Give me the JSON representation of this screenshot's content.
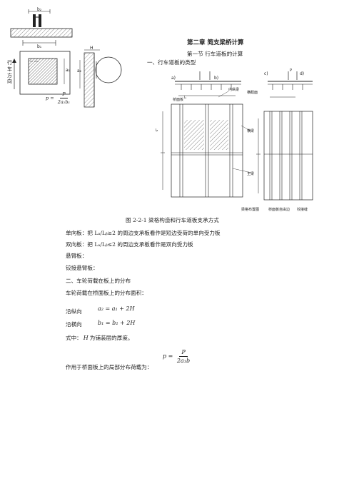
{
  "chapter_title": "第二章 简支梁桥计算",
  "section_title": "第一节 行车道板的计算",
  "subsection_1": "一、行车道板的类型",
  "figure_caption": "图 2-2-1 梁格构造和行车道板支承方式",
  "paragraphs": {
    "one_way": "单向板：把 Lₐ/Lᵦ≥2 的周边支承板看作是短边受荷的单向受力板",
    "two_way": "双向板：把 Lₐ/Lᵦ≤2 的周边支承板看作是双向受力板",
    "cantilever": "悬臂板：",
    "hinged": "铰接悬臂板：",
    "subsection_2": "二、车轮荷载在板上的分布",
    "wheel_area": "车轮荷载在桥面板上的分布面积："
  },
  "equations": {
    "longitudinal_label": "沿纵向",
    "longitudinal_eq": "a₂ = a₁ + 2H",
    "transverse_label": "沿横向",
    "transverse_eq": "b₁ = b₂ + 2H",
    "where_prefix": "式中：",
    "where_symbol": "H",
    "where_text": "为铺装层的厚度。",
    "local_load_label": "作用于桥面板上的局部分布荷载为：",
    "local_load_lhs": "p =",
    "local_load_num": "P",
    "local_load_den": "2a₁b"
  },
  "figure_left": {
    "side_label_1": "行",
    "side_label_2": "车",
    "side_label_3": "方",
    "side_label_4": "向",
    "b2": "b₂",
    "b1": "b₁",
    "a1": "a₁",
    "a2": "a₂",
    "H": "H",
    "p_lhs": "p =",
    "p_num": "P",
    "p_den": "2a₁b₁"
  },
  "figure_main": {
    "panel_a": "a)",
    "panel_b": "b)",
    "panel_c": "c)",
    "panel_d": "d)",
    "cross_section": "横截面",
    "deck_slab": "桥面板",
    "inner_girder": "内纵梁",
    "cross_beam": "横梁",
    "main_girder": "主梁",
    "tie_plan": "梁格布置图",
    "deck_free_edge": "桥面板自由边",
    "hinge_joint": "铰接缝",
    "la": "lₐ",
    "lb": "lᵦ",
    "P": "P"
  }
}
